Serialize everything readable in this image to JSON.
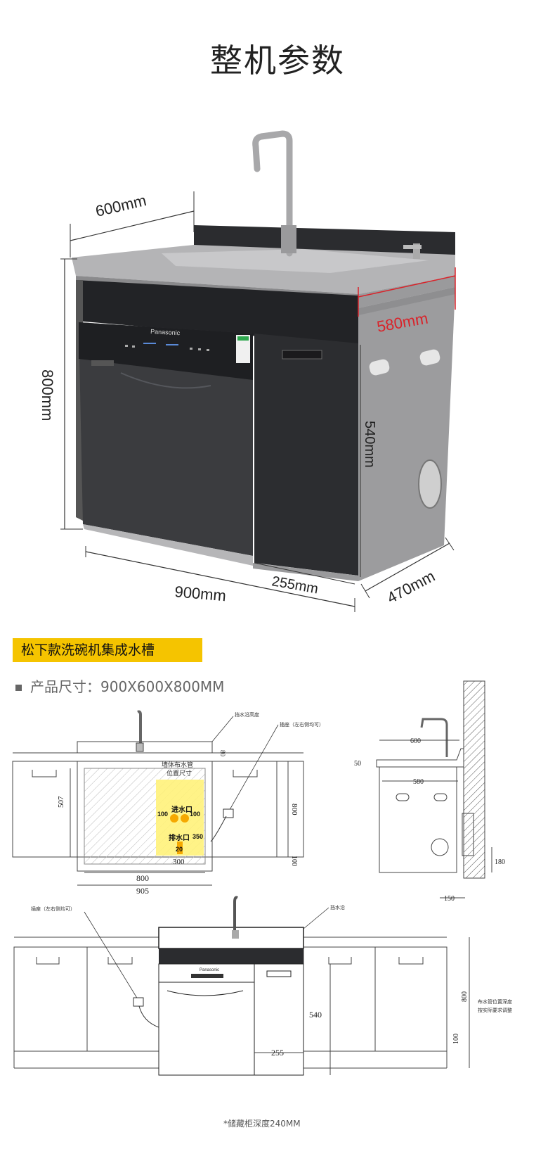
{
  "header": {
    "title": "整机参数"
  },
  "photo_dimensions": {
    "width": "600mm",
    "depth_side": "580mm",
    "height": "800mm",
    "cabinet_height": "540mm",
    "total_width": "900mm",
    "cabinet_width": "255mm",
    "depth": "470mm",
    "brand": "Panasonic"
  },
  "banner": {
    "label": "松下款洗碗机集成水槽"
  },
  "spec": {
    "label": "产品尺寸：900X600X800MM"
  },
  "front_drawing": {
    "water_rim_height": "挡水沿高度",
    "socket_note": "插座（左右侧均可）",
    "wall_pipe_1": "墙体布水管",
    "wall_pipe_2": "位置尺寸",
    "inlet": "进水口",
    "outlet": "排水口",
    "d_80": "80",
    "d_507": "507",
    "d_800": "800",
    "d_100": "100",
    "d_100a": "100",
    "d_100b": "100",
    "d_350": "350",
    "d_20": "20",
    "d_300": "300",
    "d_800w": "800",
    "d_905": "905"
  },
  "side_drawing": {
    "d_600": "600",
    "d_50": "50",
    "d_580": "580",
    "d_180": "180",
    "d_150": "150"
  },
  "bottom_drawing": {
    "socket_note": "插座（左右侧均可）",
    "water_rim": "挡水沿",
    "d_540": "540",
    "d_255": "255",
    "d_800": "800",
    "d_100": "100",
    "pipe_note_1": "布水管位置深度",
    "pipe_note_2": "按实际要求调整",
    "brand": "Panasonic"
  },
  "footnote": "*储藏柜深度240MM",
  "colors": {
    "banner": "#f5c400",
    "red_dim": "#d9232a",
    "cabinet": "#3a3b3e",
    "steel": "#9c9c9c",
    "yellow_zone": "#fff27a",
    "dot": "#f5a800"
  }
}
